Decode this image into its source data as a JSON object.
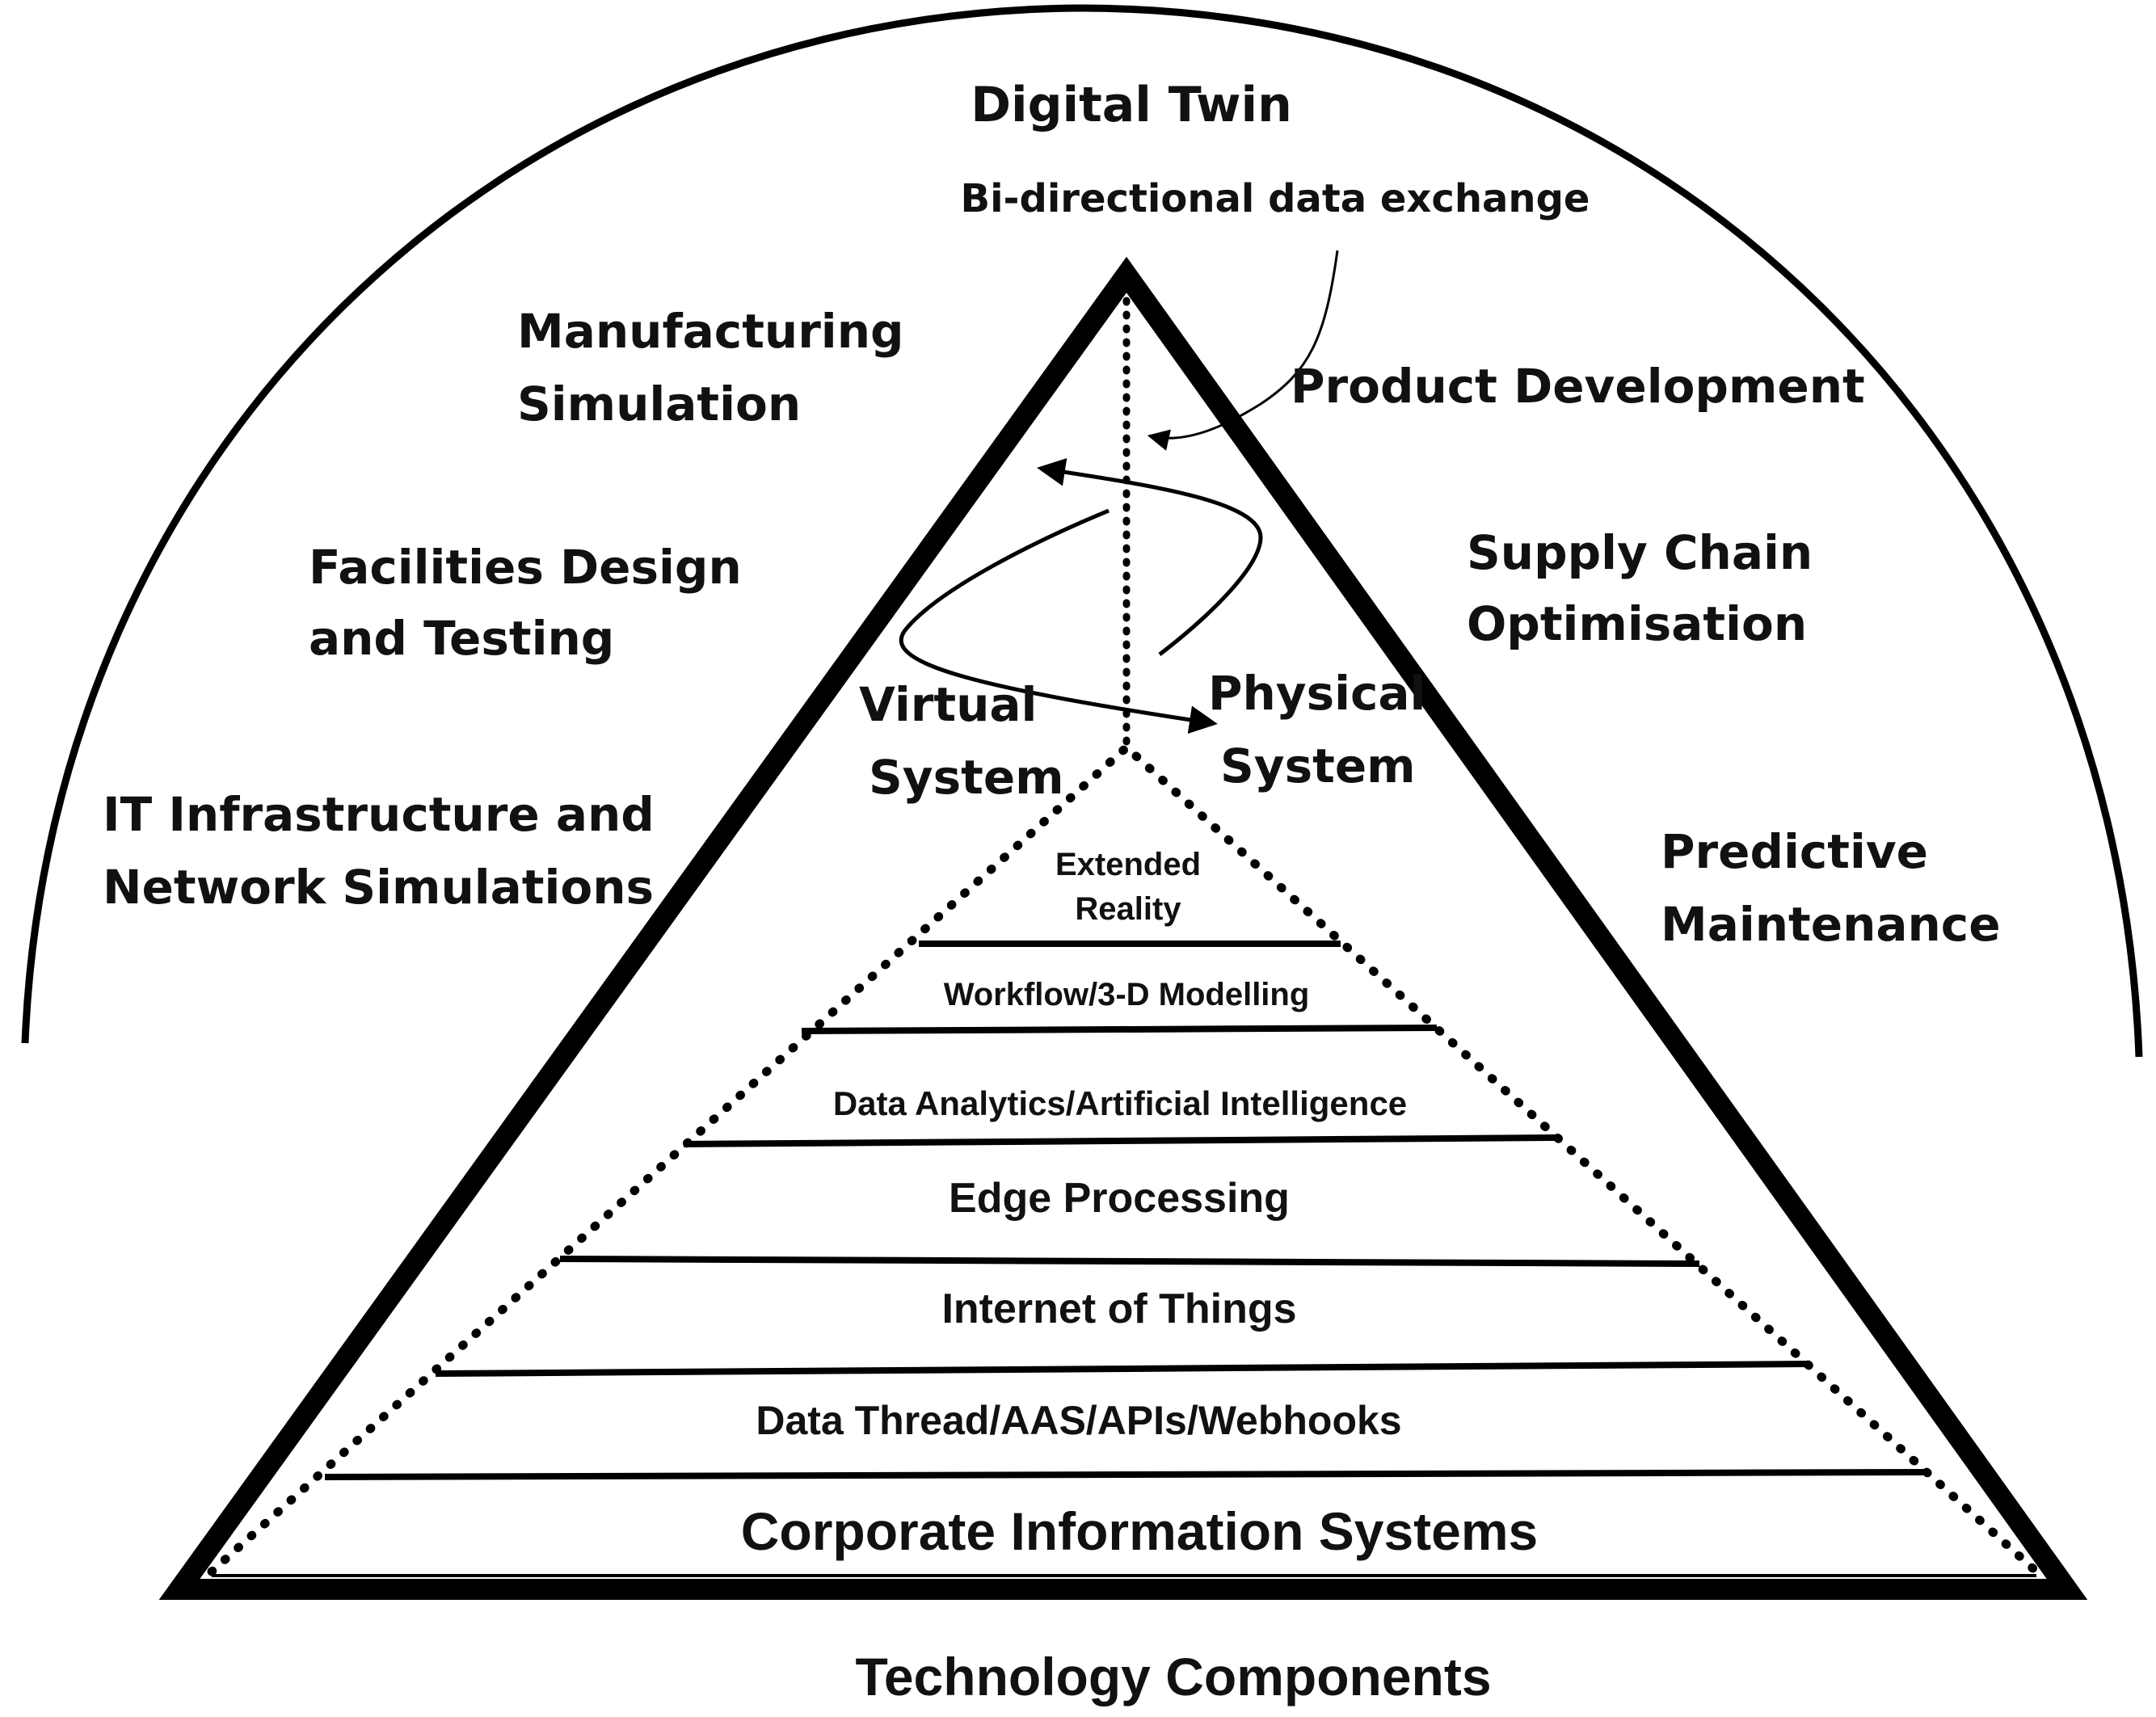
{
  "title": "Digital Twin",
  "subtitle": "Bi-directional data exchange",
  "footer": "Technology Components",
  "colors": {
    "ink": "#000000",
    "background": "#ffffff"
  },
  "applications_left": [
    {
      "line1": "Manufacturing",
      "line2": "Simulation"
    },
    {
      "line1": "Facilities Design",
      "line2": "and Testing"
    },
    {
      "line1": "IT Infrastructure and",
      "line2": "Network Simulations"
    }
  ],
  "applications_right": [
    {
      "line1": "Product Development"
    },
    {
      "line1": "Supply Chain",
      "line2": "Optimisation"
    },
    {
      "line1": "Predictive",
      "line2": "Maintenance"
    }
  ],
  "systems": {
    "virtual": {
      "line1": "Virtual",
      "line2": "System"
    },
    "physical": {
      "line1": "Physical",
      "line2": "System"
    }
  },
  "layers": [
    {
      "line1": "Extended",
      "line2": "Reality"
    },
    {
      "line1": "Workflow/3-D Modelling"
    },
    {
      "line1": "Data Analytics/Artificial  Intelligence"
    },
    {
      "line1": "Edge Processing"
    },
    {
      "line1": "Internet of Things"
    },
    {
      "line1": "Data Thread/AAS/APIs/Webhooks"
    },
    {
      "line1": "Corporate Information Systems"
    }
  ]
}
